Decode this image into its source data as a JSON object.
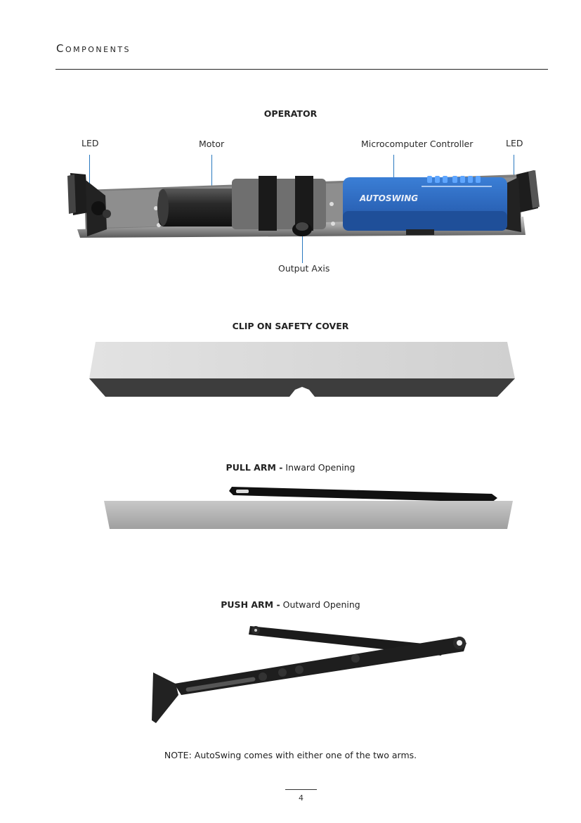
{
  "header": {
    "title": "Components"
  },
  "operator": {
    "title": "OPERATOR",
    "labels": {
      "led_left": "LED",
      "motor": "Motor",
      "controller": "Microcomputer Controller",
      "led_right": "LED",
      "output_axis": "Output Axis"
    },
    "brand_logo": "AUTOSWING"
  },
  "cover": {
    "title": "CLIP ON SAFETY COVER"
  },
  "pull_arm": {
    "title": "PULL ARM -",
    "subtitle": "Inward Opening"
  },
  "push_arm": {
    "title": "PUSH ARM -",
    "subtitle": "Outward Opening"
  },
  "note": "NOTE: AutoSwing comes with either one of the two arms.",
  "page_number": "4",
  "colors": {
    "leader": "#2a79bf",
    "controller_blue": "#2b64b8",
    "cover_gray": "#d9d9d9"
  }
}
